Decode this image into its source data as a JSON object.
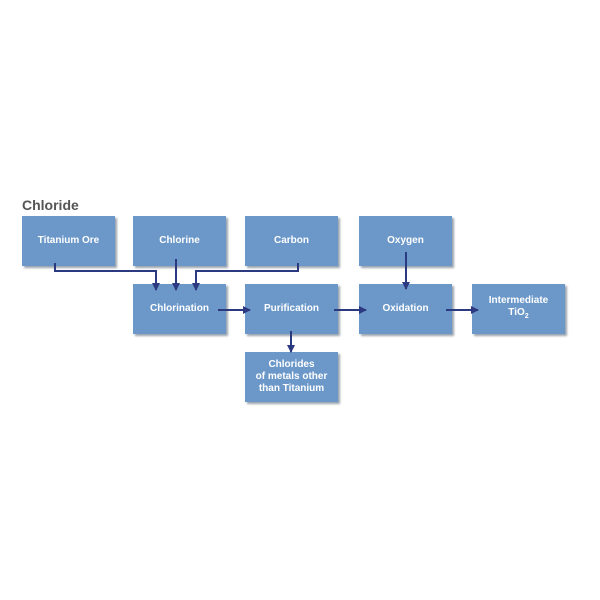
{
  "title": "Chloride",
  "nodes": {
    "titanium_ore": "Titanium Ore",
    "chlorine": "Chlorine",
    "carbon": "Carbon",
    "oxygen": "Oxygen",
    "chlorination": "Chlorination",
    "purification": "Purification",
    "oxidation": "Oxidation",
    "intermediate": "Intermediate",
    "intermediate_formula": "TiO",
    "intermediate_sub": "2",
    "chlorides_line1": "Chlorides",
    "chlorides_line2": "of metals other",
    "chlorides_line3": "than Titanium"
  },
  "colors": {
    "box": "#6c98c9",
    "arrow": "#2b3a80",
    "title": "#555555"
  }
}
